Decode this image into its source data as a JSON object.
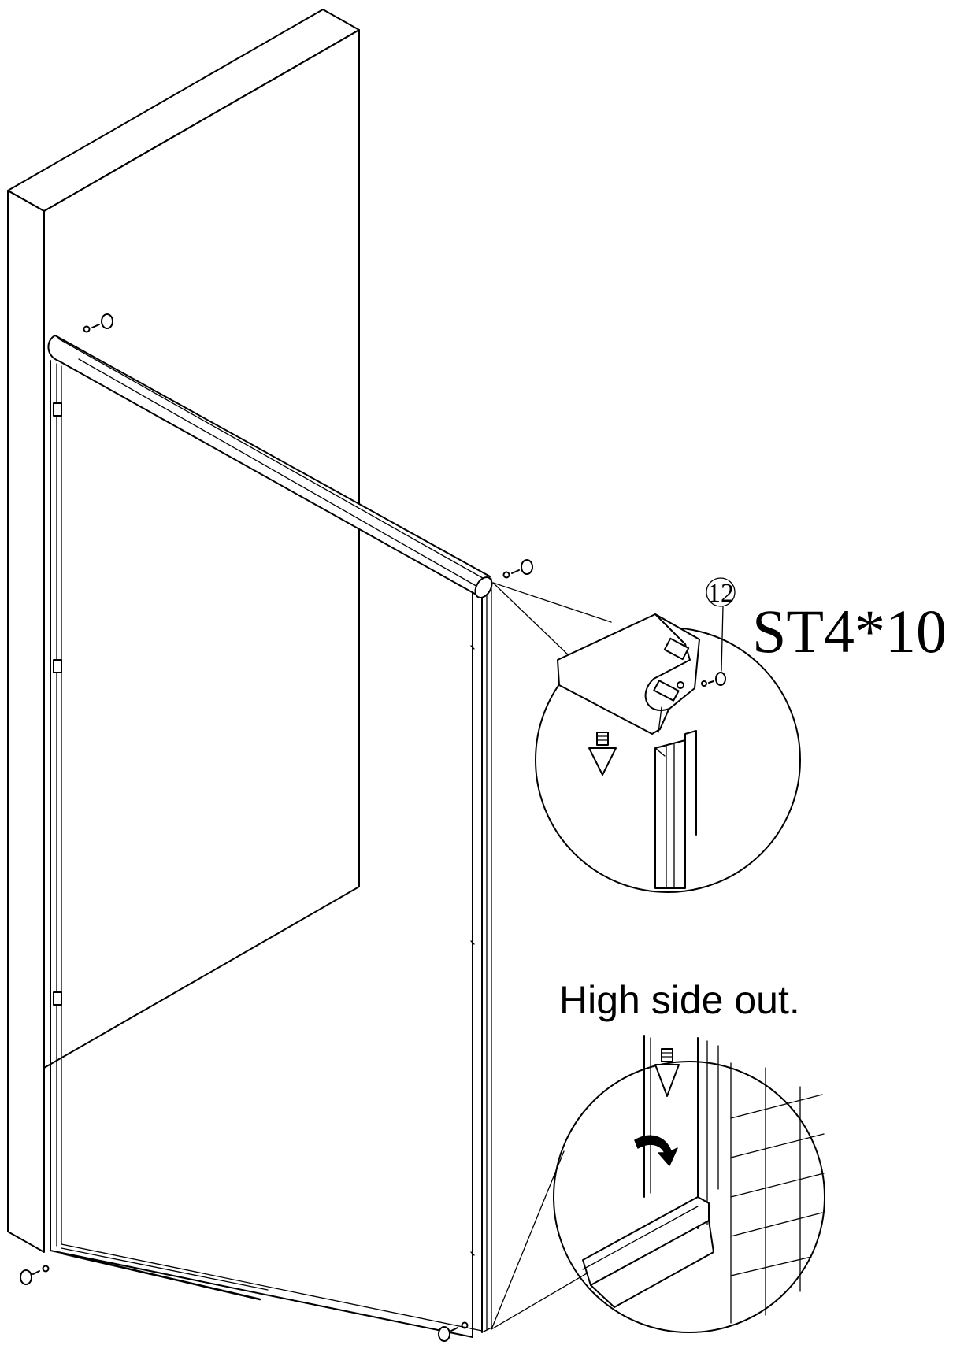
{
  "callouts": {
    "part_number": "12",
    "screw_spec": "ST4*10",
    "instruction": "High side out."
  },
  "icons": [
    "wall-panel",
    "top-rail",
    "door-frame",
    "screw-set",
    "detail-magnifier-top",
    "detail-magnifier-bottom",
    "down-arrow-icon",
    "curved-arrow-icon"
  ]
}
